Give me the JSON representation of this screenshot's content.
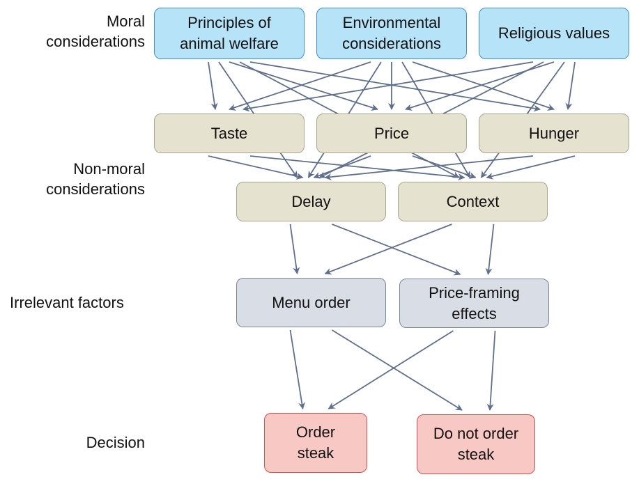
{
  "row_labels": {
    "moral": "Moral\nconsiderations",
    "nonmoral": "Non-moral\nconsiderations",
    "irrelevant": "Irrelevant factors",
    "decision": "Decision"
  },
  "nodes": {
    "animal_welfare": "Principles of\nanimal welfare",
    "environmental": "Environmental\nconsiderations",
    "religious": "Religious values",
    "taste": "Taste",
    "price": "Price",
    "hunger": "Hunger",
    "delay": "Delay",
    "context": "Context",
    "menu_order": "Menu order",
    "price_framing": "Price-framing\neffects",
    "order_steak": "Order\nsteak",
    "do_not_order": "Do not order\nsteak"
  },
  "colors": {
    "moral_fill": "#b7e3f8",
    "nonmoral_fill": "#e6e2d0",
    "irrelevant_fill": "#d9dde6",
    "decision_fill": "#f8c8c4",
    "arrow": "#5f6f8c"
  },
  "edges": [
    [
      "animal_welfare",
      "taste"
    ],
    [
      "animal_welfare",
      "price"
    ],
    [
      "animal_welfare",
      "hunger"
    ],
    [
      "animal_welfare",
      "delay"
    ],
    [
      "animal_welfare",
      "context"
    ],
    [
      "environmental",
      "taste"
    ],
    [
      "environmental",
      "price"
    ],
    [
      "environmental",
      "hunger"
    ],
    [
      "environmental",
      "delay"
    ],
    [
      "environmental",
      "context"
    ],
    [
      "religious",
      "taste"
    ],
    [
      "religious",
      "price"
    ],
    [
      "religious",
      "hunger"
    ],
    [
      "religious",
      "delay"
    ],
    [
      "religious",
      "context"
    ],
    [
      "taste",
      "delay"
    ],
    [
      "taste",
      "context"
    ],
    [
      "price",
      "delay"
    ],
    [
      "price",
      "context"
    ],
    [
      "hunger",
      "delay"
    ],
    [
      "hunger",
      "context"
    ],
    [
      "delay",
      "menu_order"
    ],
    [
      "delay",
      "price_framing"
    ],
    [
      "context",
      "menu_order"
    ],
    [
      "context",
      "price_framing"
    ],
    [
      "menu_order",
      "order_steak"
    ],
    [
      "menu_order",
      "do_not_order"
    ],
    [
      "price_framing",
      "order_steak"
    ],
    [
      "price_framing",
      "do_not_order"
    ]
  ]
}
